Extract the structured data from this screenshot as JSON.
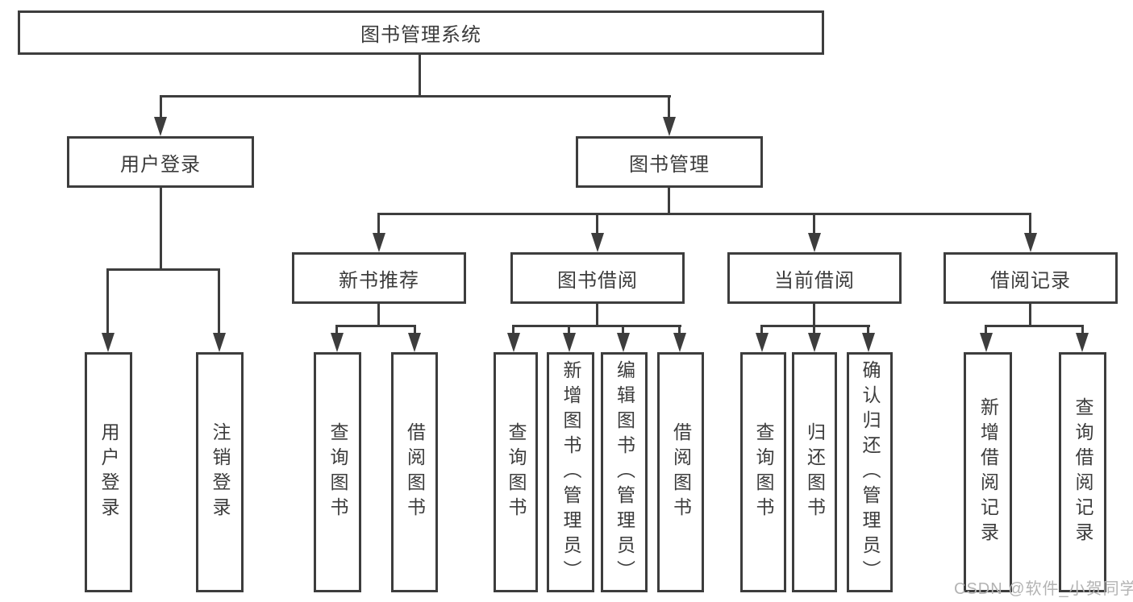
{
  "nodes": {
    "root": {
      "label": "图书管理系统"
    },
    "user_login": {
      "label": "用户登录"
    },
    "book_mgmt": {
      "label": "图书管理"
    },
    "new_books": {
      "label": "新书推荐"
    },
    "book_borrow": {
      "label": "图书借阅"
    },
    "current_borrow": {
      "label": "当前借阅"
    },
    "borrow_records": {
      "label": "借阅记录"
    },
    "leaf_user_login": {
      "label": "用户登录"
    },
    "leaf_logout": {
      "label": "注销登录"
    },
    "leaf_nb_query_books": {
      "label": "查询图书"
    },
    "leaf_nb_borrow_books": {
      "label": "借阅图书"
    },
    "leaf_bb_query_books": {
      "label": "查询图书"
    },
    "leaf_bb_add_books": {
      "label": "新增图书（管理员）"
    },
    "leaf_bb_edit_books": {
      "label": "编辑图书（管理员）"
    },
    "leaf_bb_borrow_books": {
      "label": "借阅图书"
    },
    "leaf_cb_query_books": {
      "label": "查询图书"
    },
    "leaf_cb_return_books": {
      "label": "归还图书"
    },
    "leaf_cb_confirm_return": {
      "label": "确认归还（管理员）"
    },
    "leaf_br_add_record": {
      "label": "新增借阅记录"
    },
    "leaf_br_query_record": {
      "label": "查询借阅记录"
    }
  },
  "watermark": {
    "text": "CSDN @软件_小贺同学",
    "color": "#b3b3b3"
  },
  "colors": {
    "line": "#3d3d3d",
    "box_border": "#3d3d3d",
    "text": "#3c3c3c",
    "background": "#ffffff"
  }
}
